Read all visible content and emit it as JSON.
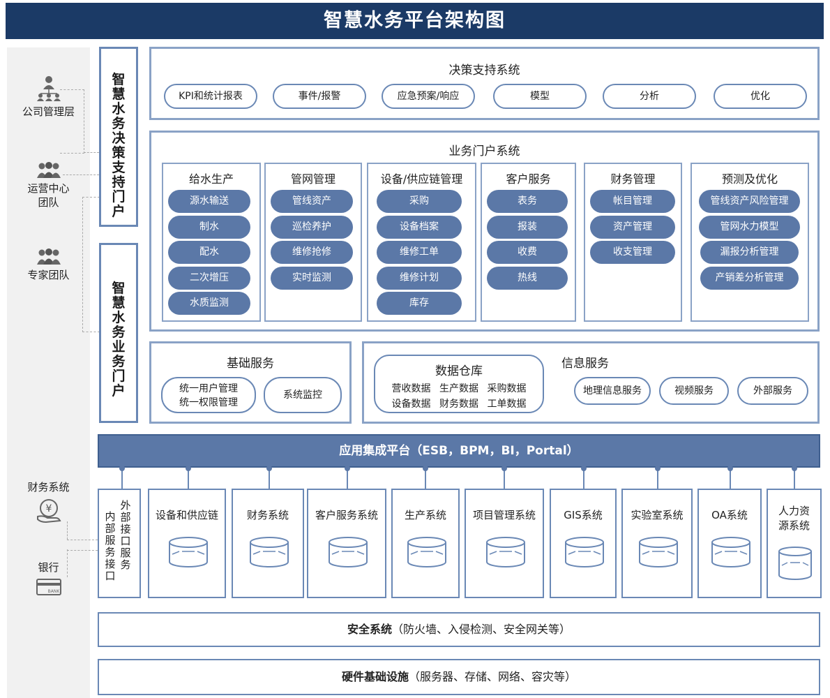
{
  "title": "智慧水务平台架构图",
  "actors": {
    "company": "公司管理层",
    "ops_line1": "运营中心",
    "ops_line2": "团队",
    "experts": "专家团队",
    "finance": "财务系统",
    "bank": "银行",
    "bank_card_text": "BANK",
    "yen": "¥"
  },
  "portals": {
    "decision_portal": "智慧水务决策支持门户",
    "business_portal": "智慧水务业务门户"
  },
  "decision": {
    "title": "决策支持系统",
    "items": [
      "KPI和统计报表",
      "事件/报警",
      "应急预案/响应",
      "模型",
      "分析",
      "优化"
    ]
  },
  "business": {
    "title": "业务门户系统",
    "columns": [
      {
        "title": "给水生产",
        "items": [
          "源水输送",
          "制水",
          "配水",
          "二次增压",
          "水质监测"
        ]
      },
      {
        "title": "管网管理",
        "items": [
          "管线资产",
          "巡检养护",
          "维修抢修",
          "实时监测"
        ]
      },
      {
        "title": "设备/供应链管理",
        "items": [
          "采购",
          "设备档案",
          "维修工单",
          "维修计划",
          "库存"
        ]
      },
      {
        "title": "客户服务",
        "items": [
          "表务",
          "报装",
          "收费",
          "热线"
        ]
      },
      {
        "title": "财务管理",
        "items": [
          "帐目管理",
          "资产管理",
          "收支管理"
        ]
      },
      {
        "title": "预测及优化",
        "items": [
          "管线资产风险管理",
          "管网水力模型",
          "漏报分析管理",
          "产销差分析管理"
        ]
      }
    ]
  },
  "basic": {
    "title": "基础服务",
    "user_mgmt_line1": "统一用户管理",
    "user_mgmt_line2": "统一权限管理",
    "monitor": "系统监控"
  },
  "info": {
    "title": "信息服务",
    "warehouse": {
      "title": "数据仓库",
      "row1": [
        "营收数据",
        "生产数据",
        "采购数据"
      ],
      "row2": [
        "设备数据",
        "财务数据",
        "工单数据"
      ]
    },
    "services": [
      "地理信息服务",
      "视频服务",
      "外部服务"
    ]
  },
  "esb": "应用集成平台（ESB，BPM，BI，Portal）",
  "interfaces": {
    "internal": "内部服务接口",
    "external": "外部接口服务"
  },
  "systems": [
    "设备和供应链",
    "财务系统",
    "客户服务系统",
    "生产系统",
    "项目管理系统",
    "GIS系统",
    "实验室系统",
    "OA系统"
  ],
  "hr_system": {
    "line1": "人力资",
    "line2": "源系统"
  },
  "security": {
    "bold": "安全系统",
    "detail": "（防火墙、入侵检测、安全网关等）"
  },
  "hardware": {
    "bold": "硬件基础设施",
    "detail": "（服务器、存储、网络、容灾等）"
  }
}
